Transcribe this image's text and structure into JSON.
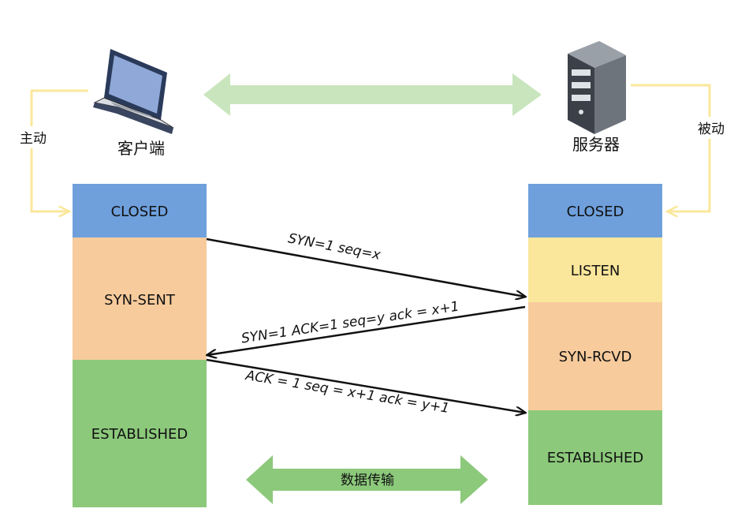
{
  "client": {
    "label": "客户端",
    "icon": "laptop-icon"
  },
  "server": {
    "label": "服务器",
    "icon": "server-icon"
  },
  "active_label": "主动",
  "passive_label": "被动",
  "client_states": [
    {
      "name": "CLOSED",
      "color": "#6fa0dc"
    },
    {
      "name": "SYN-SENT",
      "color": "#f7cb9c"
    },
    {
      "name": "ESTABLISHED",
      "color": "#8cc97b"
    }
  ],
  "server_states": [
    {
      "name": "CLOSED",
      "color": "#6fa0dc"
    },
    {
      "name": "LISTEN",
      "color": "#fae79b"
    },
    {
      "name": "SYN-RCVD",
      "color": "#f7cb9c"
    },
    {
      "name": "ESTABLISHED",
      "color": "#8cc97b"
    }
  ],
  "messages": [
    {
      "text": "SYN=1  seq=x",
      "direction": "client-to-server"
    },
    {
      "text": "SYN=1 ACK=1 seq=y ack = x+1",
      "direction": "server-to-client"
    },
    {
      "text": "ACK = 1 seq = x+1 ack = y+1",
      "direction": "client-to-server"
    }
  ],
  "data_transfer_label": "数据传输",
  "colors": {
    "top_arrow": "#c9e5bd",
    "data_arrow": "#8cc97b",
    "connector": "#fae79b"
  }
}
